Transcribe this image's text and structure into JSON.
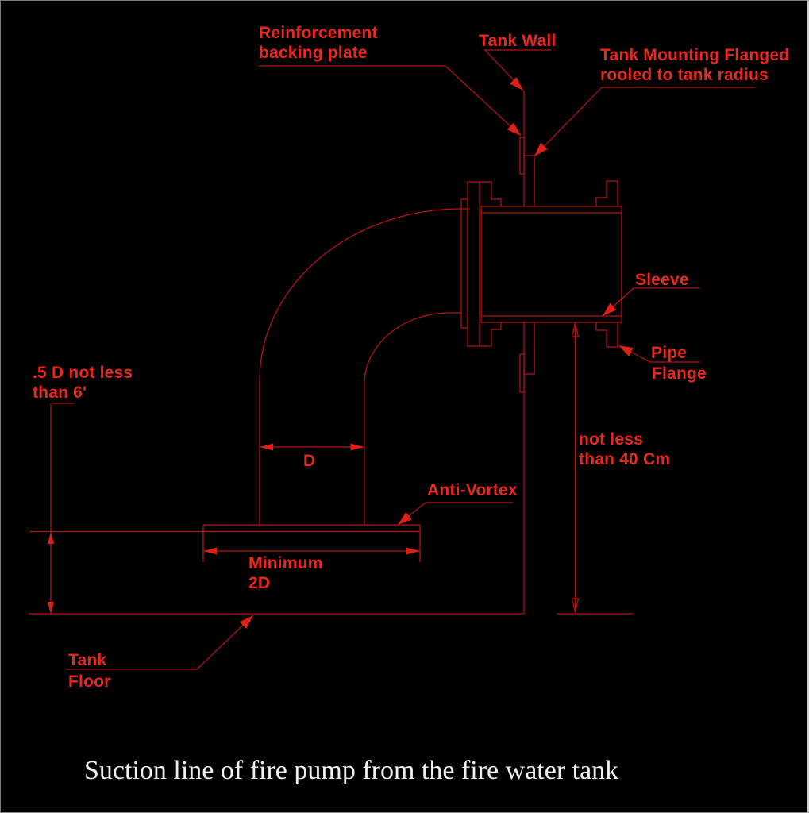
{
  "title": "Suction line of fire pump from the fire water tank",
  "colors": {
    "background": "#000000",
    "line": "#b41412",
    "arrow": "#dd2016",
    "label": "#e8281e",
    "title": "#f0f0f0"
  },
  "labels": {
    "reinforcement_backing_plate": {
      "line1": "Reinforcement",
      "line2": "backing plate"
    },
    "tank_wall": {
      "text": "Tank Wall"
    },
    "tank_mounting_flange": {
      "line1": "Tank Mounting Flanged",
      "line2": "rooled to tank radius"
    },
    "sleeve": {
      "text": "Sleeve"
    },
    "pipe_flange": {
      "line1": "Pipe",
      "line2": "Flange"
    },
    "anti_vortex": {
      "text": "Anti-Vortex"
    },
    "tank_floor": {
      "line1": "Tank",
      "line2": "Floor"
    }
  },
  "dimensions": {
    "suction_height": {
      "line1": ".5 D not less",
      "line2": "than 6'"
    },
    "pipe_diameter": {
      "text": "D"
    },
    "plate_width": {
      "line1": "Minimum",
      "line2": "2D"
    },
    "wall_clearance": {
      "line1": "not less",
      "line2": "than 40 Cm"
    }
  }
}
